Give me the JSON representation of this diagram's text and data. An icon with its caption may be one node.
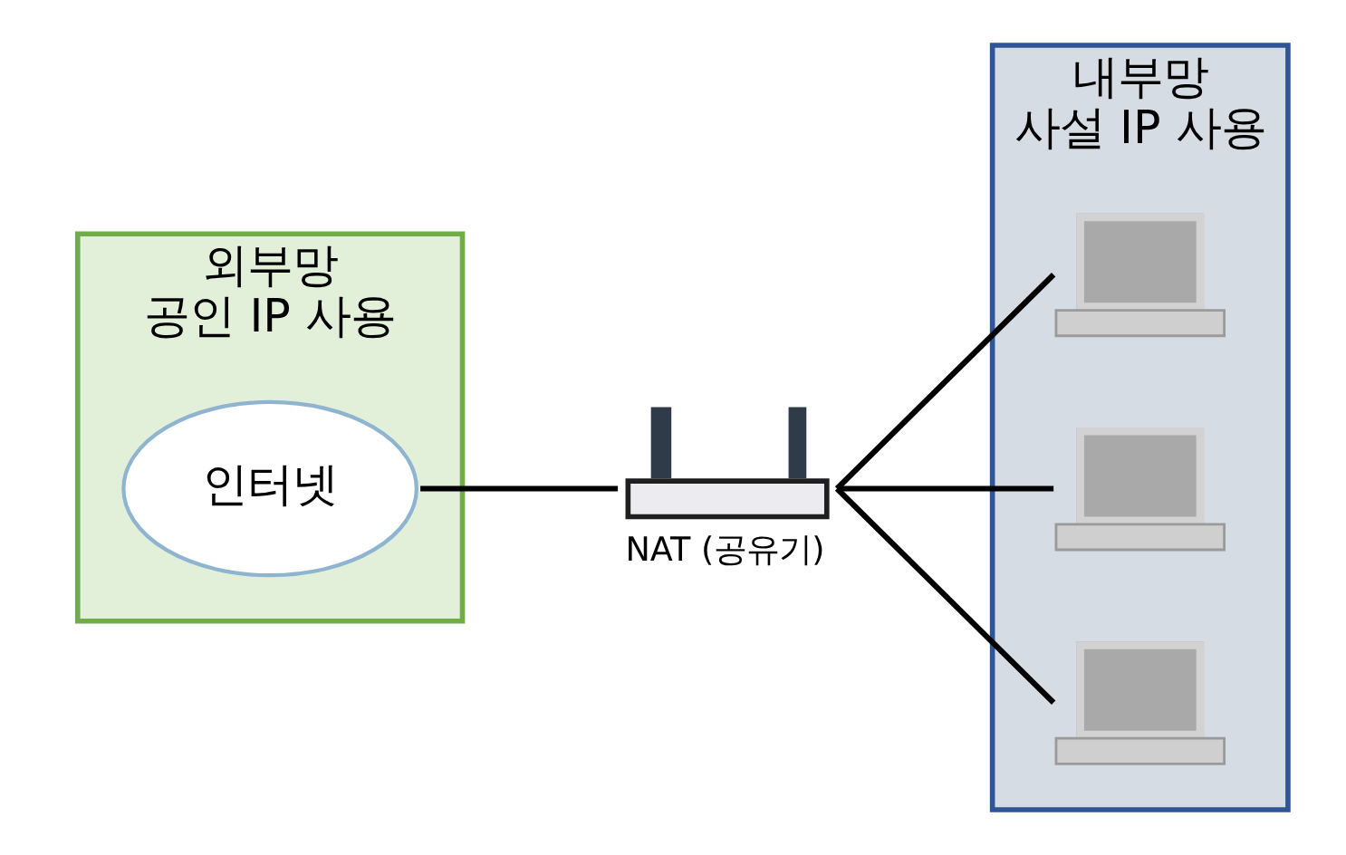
{
  "diagram": {
    "nodes": [
      {
        "text": [
          "외부망",
          "공인 IP 사용"
        ]
      },
      {
        "text": [
          "인터넷"
        ],
        "in": 0
      },
      {
        "text": [
          "NAT (공유기)"
        ]
      },
      {
        "text": [
          "내부망",
          "사설 IP 사용"
        ]
      },
      {
        "text": [],
        "shape": "picture",
        "in": 3
      },
      {
        "text": [],
        "shape": "picture",
        "in": 3
      },
      {
        "text": [],
        "shape": "picture",
        "in": 3
      }
    ],
    "edges": [
      {
        "from": 1,
        "to": 2,
        "arrow": "none"
      },
      {
        "from": 2,
        "to": 4,
        "arrow": "none"
      },
      {
        "from": 2,
        "to": 5,
        "arrow": "none"
      },
      {
        "from": 2,
        "to": 6,
        "arrow": "none"
      }
    ]
  }
}
